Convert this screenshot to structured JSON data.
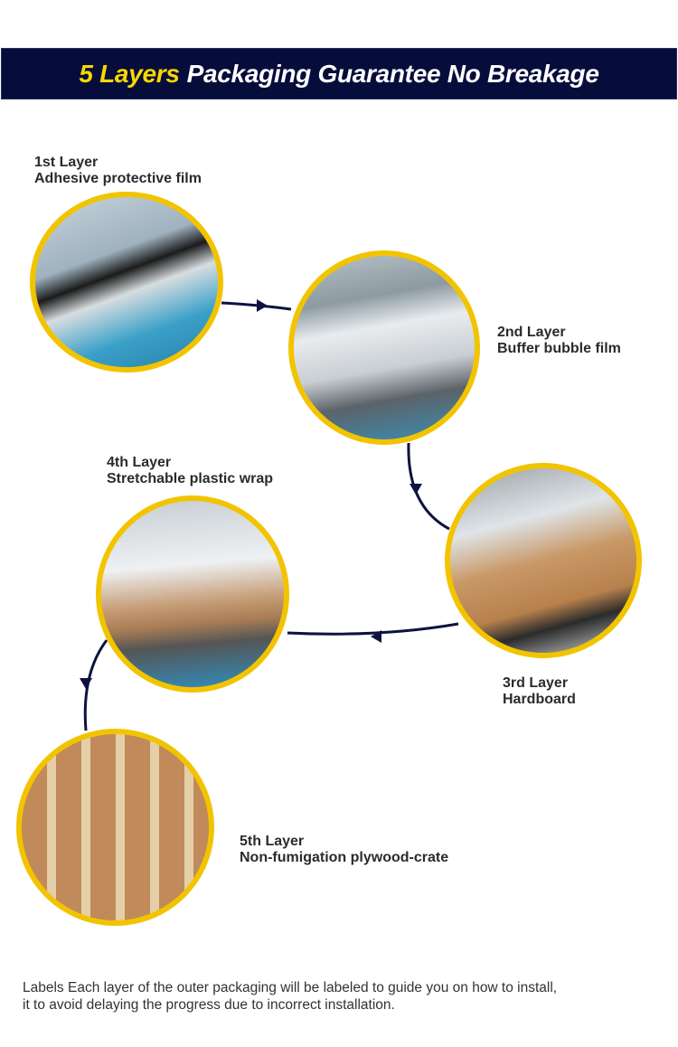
{
  "banner": {
    "highlight": "5 Layers",
    "rest": "Packaging Guarantee No Breakage"
  },
  "colors": {
    "banner_bg": "#070d3b",
    "accent_yellow": "#f2c400",
    "arrow": "#0d1240"
  },
  "layers": [
    {
      "step": "1st Layer",
      "name": "Adhesive protective film"
    },
    {
      "step": "2nd Layer",
      "name": "Buffer bubble film"
    },
    {
      "step": "3rd Layer",
      "name": "Hardboard"
    },
    {
      "step": "4th Layer",
      "name": "Stretchable plastic wrap"
    },
    {
      "step": "5th Layer",
      "name": "Non-fumigation plywood-crate"
    }
  ],
  "footer": {
    "line1": "Labels Each layer of the outer packaging will be labeled to guide you on how to install,",
    "line2": "it to avoid delaying the progress due to incorrect installation."
  }
}
